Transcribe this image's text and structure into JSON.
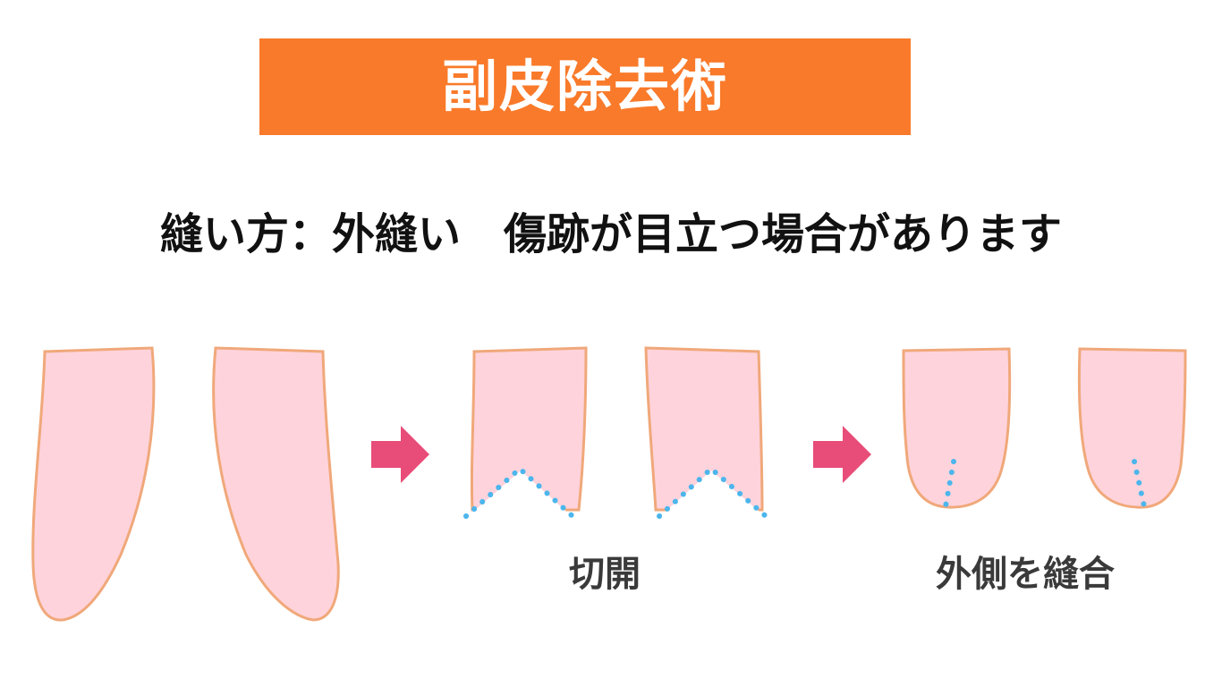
{
  "header": {
    "title": "副皮除去術"
  },
  "subtitle": "縫い方：外縫い　傷跡が目立つ場合があります",
  "diagram": {
    "steps": [
      {
        "label": ""
      },
      {
        "label": "切開"
      },
      {
        "label": "外側を縫合"
      }
    ],
    "arrows": 2,
    "colors": {
      "banner": "#f97a2a",
      "finger_fill": "#ffd3dc",
      "finger_outline": "#f0a87a",
      "dots": "#4cb6ec",
      "arrow": "#e84c78"
    }
  }
}
